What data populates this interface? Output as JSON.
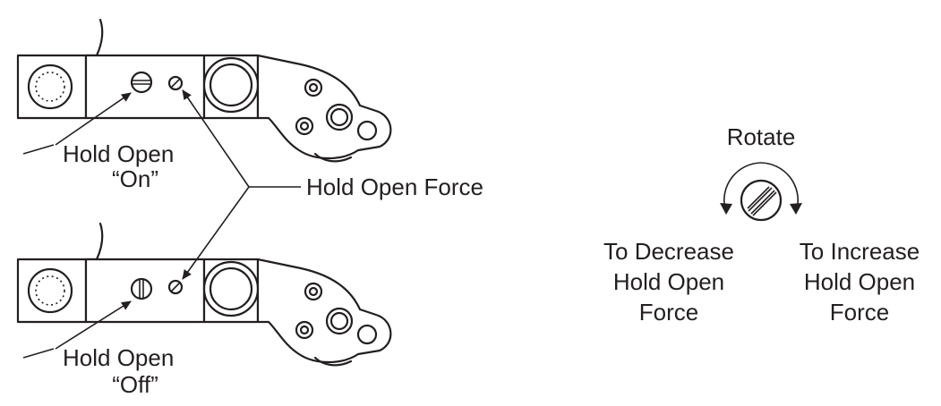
{
  "labels": {
    "hold_open_on_line1": "Hold Open",
    "hold_open_on_line2": "“On”",
    "hold_open_off_line1": "Hold Open",
    "hold_open_off_line2": "“Off”",
    "hold_open_force": "Hold Open Force",
    "rotate": "Rotate",
    "decrease_line1": "To Decrease",
    "decrease_line2": "Hold Open",
    "decrease_line3": "Force",
    "increase_line1": "To Increase",
    "increase_line2": "Hold Open",
    "increase_line3": "Force"
  },
  "colors": {
    "ink": "#231f20",
    "background": "#ffffff"
  }
}
